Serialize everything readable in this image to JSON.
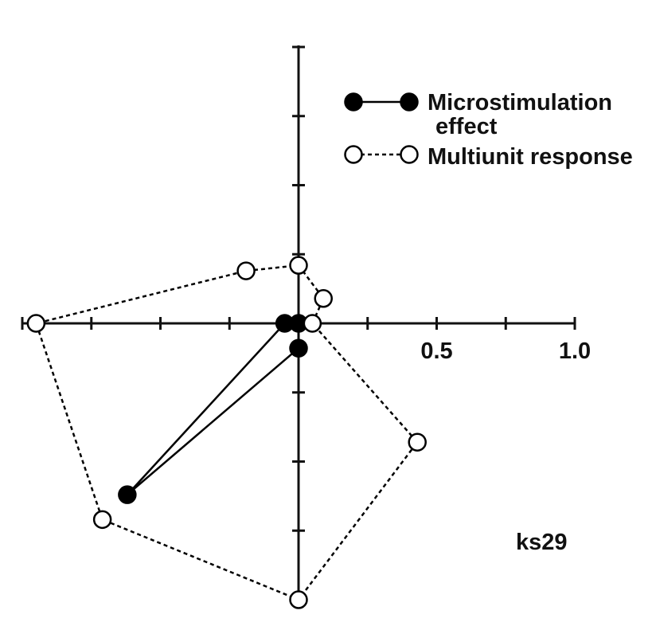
{
  "chart_data": {
    "type": "polar",
    "panel_label": "ks29",
    "x_tick_labels": [
      {
        "value": 0.5,
        "label": "0.5"
      },
      {
        "value": 1.0,
        "label": "1.0"
      }
    ],
    "axis_range": {
      "x": [
        -1.0,
        1.0
      ],
      "y": [
        -1.0,
        1.0
      ]
    },
    "tick_step": 0.25,
    "grid": false,
    "legend": {
      "placement": "top-right",
      "entries": [
        {
          "series": "microstimulation",
          "lines": [
            "Microstimulation",
            "effect"
          ]
        },
        {
          "series": "multiunit",
          "lines": [
            "Multiunit response"
          ]
        }
      ]
    },
    "series": [
      {
        "name": "Microstimulation effect",
        "key": "microstimulation",
        "style": "solid",
        "marker": "filled-circle",
        "color": "#000000",
        "points": [
          {
            "x": -0.05,
            "y": 0.0
          },
          {
            "x": 0.0,
            "y": 0.0
          },
          {
            "x": 0.0,
            "y": -0.09
          },
          {
            "x": -0.62,
            "y": -0.62
          }
        ]
      },
      {
        "name": "Multiunit response",
        "key": "multiunit",
        "style": "dashed",
        "marker": "open-circle",
        "color": "#000000",
        "points": [
          {
            "x": 0.0,
            "y": 0.21
          },
          {
            "x": 0.09,
            "y": 0.09
          },
          {
            "x": 0.05,
            "y": 0.0
          },
          {
            "x": 0.43,
            "y": -0.43
          },
          {
            "x": 0.0,
            "y": -1.0
          },
          {
            "x": -0.71,
            "y": -0.71
          },
          {
            "x": -0.95,
            "y": 0.0
          },
          {
            "x": -0.19,
            "y": 0.19
          }
        ]
      }
    ]
  }
}
